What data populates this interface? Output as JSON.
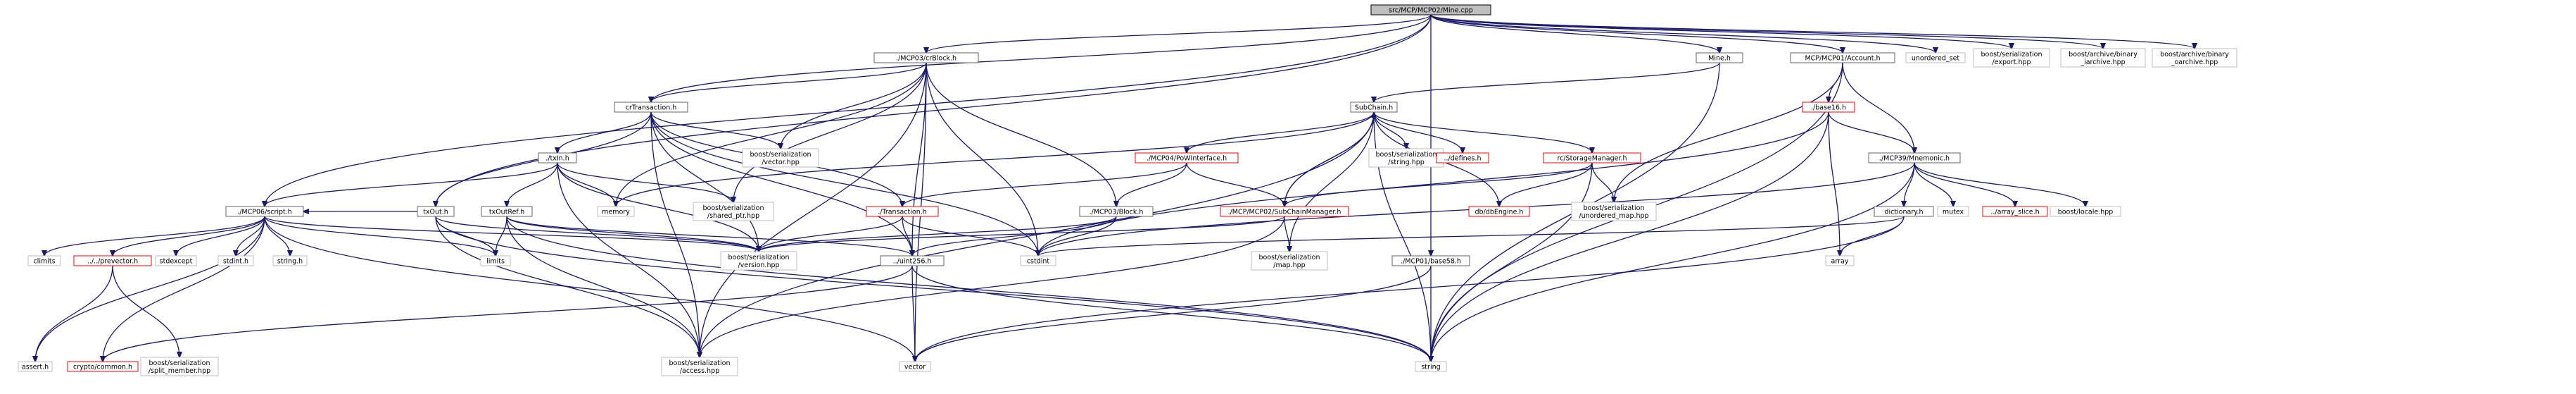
{
  "graph": {
    "nodes": {
      "root": {
        "lines": [
          "src/MCP/MCP02/Mine.cpp"
        ],
        "style": "root"
      },
      "crblock": {
        "lines": [
          "./MCP03/crBlock.h"
        ],
        "style": "normal"
      },
      "mine": {
        "lines": [
          "Mine.h"
        ],
        "style": "normal"
      },
      "account": {
        "lines": [
          "MCP/MCP01/Account.h"
        ],
        "style": "normal"
      },
      "unordered_set": {
        "lines": [
          "unordered_set"
        ],
        "style": "plain"
      },
      "export": {
        "lines": [
          "boost/serialization",
          "/export.hpp"
        ],
        "style": "plain"
      },
      "binary_iarchive": {
        "lines": [
          "boost/archive/binary",
          "_iarchive.hpp"
        ],
        "style": "plain"
      },
      "binary_oarchive": {
        "lines": [
          "boost/archive/binary",
          "_oarchive.hpp"
        ],
        "style": "plain"
      },
      "crtransaction": {
        "lines": [
          "crTransaction.h"
        ],
        "style": "normal"
      },
      "subchain": {
        "lines": [
          "SubChain.h"
        ],
        "style": "normal"
      },
      "base16": {
        "lines": [
          "./base16.h"
        ],
        "style": "red"
      },
      "txin": {
        "lines": [
          "./txIn.h"
        ],
        "style": "normal"
      },
      "vector_hpp": {
        "lines": [
          "boost/serialization",
          "/vector.hpp"
        ],
        "style": "plain"
      },
      "powinterface": {
        "lines": [
          "./MCP04/PoWInterface.h"
        ],
        "style": "red"
      },
      "ser_string": {
        "lines": [
          "boost/serialization",
          "/string.hpp"
        ],
        "style": "plain"
      },
      "defines": {
        "lines": [
          "../defines.h"
        ],
        "style": "red"
      },
      "storagemanager": {
        "lines": [
          "rc/StorageManager.h"
        ],
        "style": "red"
      },
      "mnemonic": {
        "lines": [
          "./MCP39/Mnemonic.h"
        ],
        "style": "normal"
      },
      "script": {
        "lines": [
          "./MCP06/script.h"
        ],
        "style": "normal"
      },
      "memory": {
        "lines": [
          "memory"
        ],
        "style": "plain"
      },
      "shared_ptr": {
        "lines": [
          "boost/serialization",
          "/shared_ptr.hpp"
        ],
        "style": "plain"
      },
      "transaction": {
        "lines": [
          "./Transaction.h"
        ],
        "style": "red"
      },
      "block": {
        "lines": [
          "./MCP03/Block.h"
        ],
        "style": "normal"
      },
      "subchainmanager": {
        "lines": [
          "./MCP/MCP02/SubChainManager.h"
        ],
        "style": "red"
      },
      "dbengine": {
        "lines": [
          "db/dbEngine.h"
        ],
        "style": "red"
      },
      "unordered_map": {
        "lines": [
          "boost/serialization",
          "/unordered_map.hpp"
        ],
        "style": "plain"
      },
      "dictionary": {
        "lines": [
          "dictionary.h"
        ],
        "style": "normal"
      },
      "mutex": {
        "lines": [
          "mutex"
        ],
        "style": "plain"
      },
      "array_slice": {
        "lines": [
          "../array_slice.h"
        ],
        "style": "red"
      },
      "locale": {
        "lines": [
          "boost/locale.hpp"
        ],
        "style": "plain"
      },
      "txout": {
        "lines": [
          "txOut.h"
        ],
        "style": "normal"
      },
      "txoutref": {
        "lines": [
          "txOutRef.h"
        ],
        "style": "normal"
      },
      "climits": {
        "lines": [
          "climits"
        ],
        "style": "plain"
      },
      "prevector": {
        "lines": [
          "../../prevector.h"
        ],
        "style": "red"
      },
      "stdexcept": {
        "lines": [
          "stdexcept"
        ],
        "style": "plain"
      },
      "stdint": {
        "lines": [
          "stdint.h"
        ],
        "style": "plain"
      },
      "string_h": {
        "lines": [
          "string.h"
        ],
        "style": "plain"
      },
      "limits": {
        "lines": [
          "limits"
        ],
        "style": "plain"
      },
      "version": {
        "lines": [
          "boost/serialization",
          "/version.hpp"
        ],
        "style": "plain"
      },
      "uint256": {
        "lines": [
          "../uint256.h"
        ],
        "style": "normal"
      },
      "cstdint": {
        "lines": [
          "cstdint"
        ],
        "style": "plain"
      },
      "ser_map": {
        "lines": [
          "boost/serialization",
          "/map.hpp"
        ],
        "style": "plain"
      },
      "base58": {
        "lines": [
          "./MCP01/base58.h"
        ],
        "style": "normal"
      },
      "array": {
        "lines": [
          "array"
        ],
        "style": "plain"
      },
      "assert": {
        "lines": [
          "assert.h"
        ],
        "style": "plain"
      },
      "common": {
        "lines": [
          "crypto/common.h"
        ],
        "style": "red"
      },
      "split_member": {
        "lines": [
          "boost/serialization",
          "/split_member.hpp"
        ],
        "style": "plain"
      },
      "access": {
        "lines": [
          "boost/serialization",
          "/access.hpp"
        ],
        "style": "plain"
      },
      "vector": {
        "lines": [
          "vector"
        ],
        "style": "plain"
      },
      "string": {
        "lines": [
          "string"
        ],
        "style": "plain"
      }
    },
    "edges": [
      [
        "root",
        "crblock"
      ],
      [
        "root",
        "mine"
      ],
      [
        "root",
        "account"
      ],
      [
        "root",
        "unordered_set"
      ],
      [
        "root",
        "export"
      ],
      [
        "root",
        "binary_iarchive"
      ],
      [
        "root",
        "binary_oarchive"
      ],
      [
        "root",
        "crtransaction"
      ],
      [
        "root",
        "script"
      ],
      [
        "root",
        "txout"
      ],
      [
        "root",
        "base58"
      ],
      [
        "crblock",
        "crtransaction"
      ],
      [
        "crblock",
        "vector_hpp"
      ],
      [
        "crblock",
        "block"
      ],
      [
        "crblock",
        "memory"
      ],
      [
        "crblock",
        "shared_ptr"
      ],
      [
        "crblock",
        "uint256"
      ],
      [
        "crblock",
        "cstdint"
      ],
      [
        "crblock",
        "vector"
      ],
      [
        "crblock",
        "access"
      ],
      [
        "mine",
        "subchain"
      ],
      [
        "mine",
        "string"
      ],
      [
        "account",
        "base16"
      ],
      [
        "account",
        "mnemonic"
      ],
      [
        "account",
        "unordered_map"
      ],
      [
        "account",
        "string"
      ],
      [
        "crtransaction",
        "txin"
      ],
      [
        "crtransaction",
        "vector_hpp"
      ],
      [
        "crtransaction",
        "transaction"
      ],
      [
        "crtransaction",
        "txout"
      ],
      [
        "crtransaction",
        "version"
      ],
      [
        "crtransaction",
        "access"
      ],
      [
        "crtransaction",
        "uint256"
      ],
      [
        "crtransaction",
        "cstdint"
      ],
      [
        "subchain",
        "powinterface"
      ],
      [
        "subchain",
        "ser_string"
      ],
      [
        "subchain",
        "defines"
      ],
      [
        "subchain",
        "storagemanager"
      ],
      [
        "subchain",
        "subchainmanager"
      ],
      [
        "subchain",
        "memory"
      ],
      [
        "subchain",
        "dbengine"
      ],
      [
        "subchain",
        "ser_map"
      ],
      [
        "subchain",
        "string"
      ],
      [
        "subchain",
        "access"
      ],
      [
        "base16",
        "mnemonic"
      ],
      [
        "base16",
        "array"
      ],
      [
        "base16",
        "cstdint"
      ],
      [
        "base16",
        "string"
      ],
      [
        "txin",
        "script"
      ],
      [
        "txin",
        "txoutref"
      ],
      [
        "txin",
        "shared_ptr"
      ],
      [
        "txin",
        "memory"
      ],
      [
        "txin",
        "version"
      ],
      [
        "txin",
        "access"
      ],
      [
        "powinterface",
        "transaction"
      ],
      [
        "powinterface",
        "block"
      ],
      [
        "powinterface",
        "subchainmanager"
      ],
      [
        "storagemanager",
        "dbengine"
      ],
      [
        "storagemanager",
        "subchainmanager"
      ],
      [
        "storagemanager",
        "unordered_map"
      ],
      [
        "storagemanager",
        "string"
      ],
      [
        "mnemonic",
        "dictionary"
      ],
      [
        "mnemonic",
        "mutex"
      ],
      [
        "mnemonic",
        "array_slice"
      ],
      [
        "mnemonic",
        "locale"
      ],
      [
        "mnemonic",
        "cstdint"
      ],
      [
        "mnemonic",
        "string"
      ],
      [
        "script",
        "climits"
      ],
      [
        "script",
        "prevector"
      ],
      [
        "script",
        "stdexcept"
      ],
      [
        "script",
        "stdint"
      ],
      [
        "script",
        "string_h"
      ],
      [
        "script",
        "limits"
      ],
      [
        "script",
        "assert"
      ],
      [
        "script",
        "common"
      ],
      [
        "script",
        "version"
      ],
      [
        "script",
        "vector"
      ],
      [
        "transaction",
        "uint256"
      ],
      [
        "transaction",
        "version"
      ],
      [
        "transaction",
        "cstdint"
      ],
      [
        "block",
        "uint256"
      ],
      [
        "block",
        "cstdint"
      ],
      [
        "block",
        "version"
      ],
      [
        "subchainmanager",
        "subchain"
      ],
      [
        "subchainmanager",
        "ser_map"
      ],
      [
        "subchainmanager",
        "version"
      ],
      [
        "subchainmanager",
        "access"
      ],
      [
        "dictionary",
        "array"
      ],
      [
        "dictionary",
        "cstdint"
      ],
      [
        "dictionary",
        "vector"
      ],
      [
        "txout",
        "script"
      ],
      [
        "txout",
        "limits"
      ],
      [
        "txout",
        "version"
      ],
      [
        "txout",
        "access"
      ],
      [
        "txout",
        "string"
      ],
      [
        "txoutref",
        "uint256"
      ],
      [
        "txoutref",
        "limits"
      ],
      [
        "txoutref",
        "version"
      ],
      [
        "txoutref",
        "access"
      ],
      [
        "txoutref",
        "string"
      ],
      [
        "prevector",
        "assert"
      ],
      [
        "prevector",
        "split_member"
      ],
      [
        "uint256",
        "common"
      ],
      [
        "uint256",
        "vector"
      ],
      [
        "uint256",
        "string"
      ],
      [
        "base58",
        "vector"
      ],
      [
        "base58",
        "string"
      ]
    ]
  }
}
